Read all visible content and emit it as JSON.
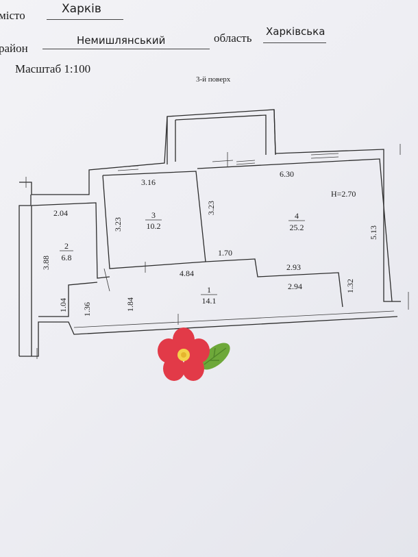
{
  "header": {
    "city_label": "місто",
    "city_value": "Харків",
    "district_label": "район",
    "district_value": "Немишлянський",
    "region_label": "область",
    "region_value": "Харківська",
    "scale": "Масштаб 1:100"
  },
  "floor_label": "3-й поверх",
  "ceiling_height": "H=2.70",
  "rooms": [
    {
      "number": "1",
      "area": "14.1"
    },
    {
      "number": "2",
      "area": "6.8"
    },
    {
      "number": "3",
      "area": "10.2"
    },
    {
      "number": "4",
      "area": "25.2"
    }
  ],
  "dimensions": {
    "d_316": "3.16",
    "d_630": "6.30",
    "d_204": "2.04",
    "d_323_a": "3.23",
    "d_323_b": "3.23",
    "d_513": "5.13",
    "d_388": "3.88",
    "d_170": "1.70",
    "d_484": "4.84",
    "d_293": "2.93",
    "d_294": "2.94",
    "d_104": "1.04",
    "d_136": "1.36",
    "d_184": "1.84",
    "d_132": "1.32"
  },
  "sticker": {
    "icon": "flower-sticker-icon",
    "petal_color": "#e23a48",
    "center_color": "#f4d24a",
    "leaf_color": "#6ea83a"
  }
}
